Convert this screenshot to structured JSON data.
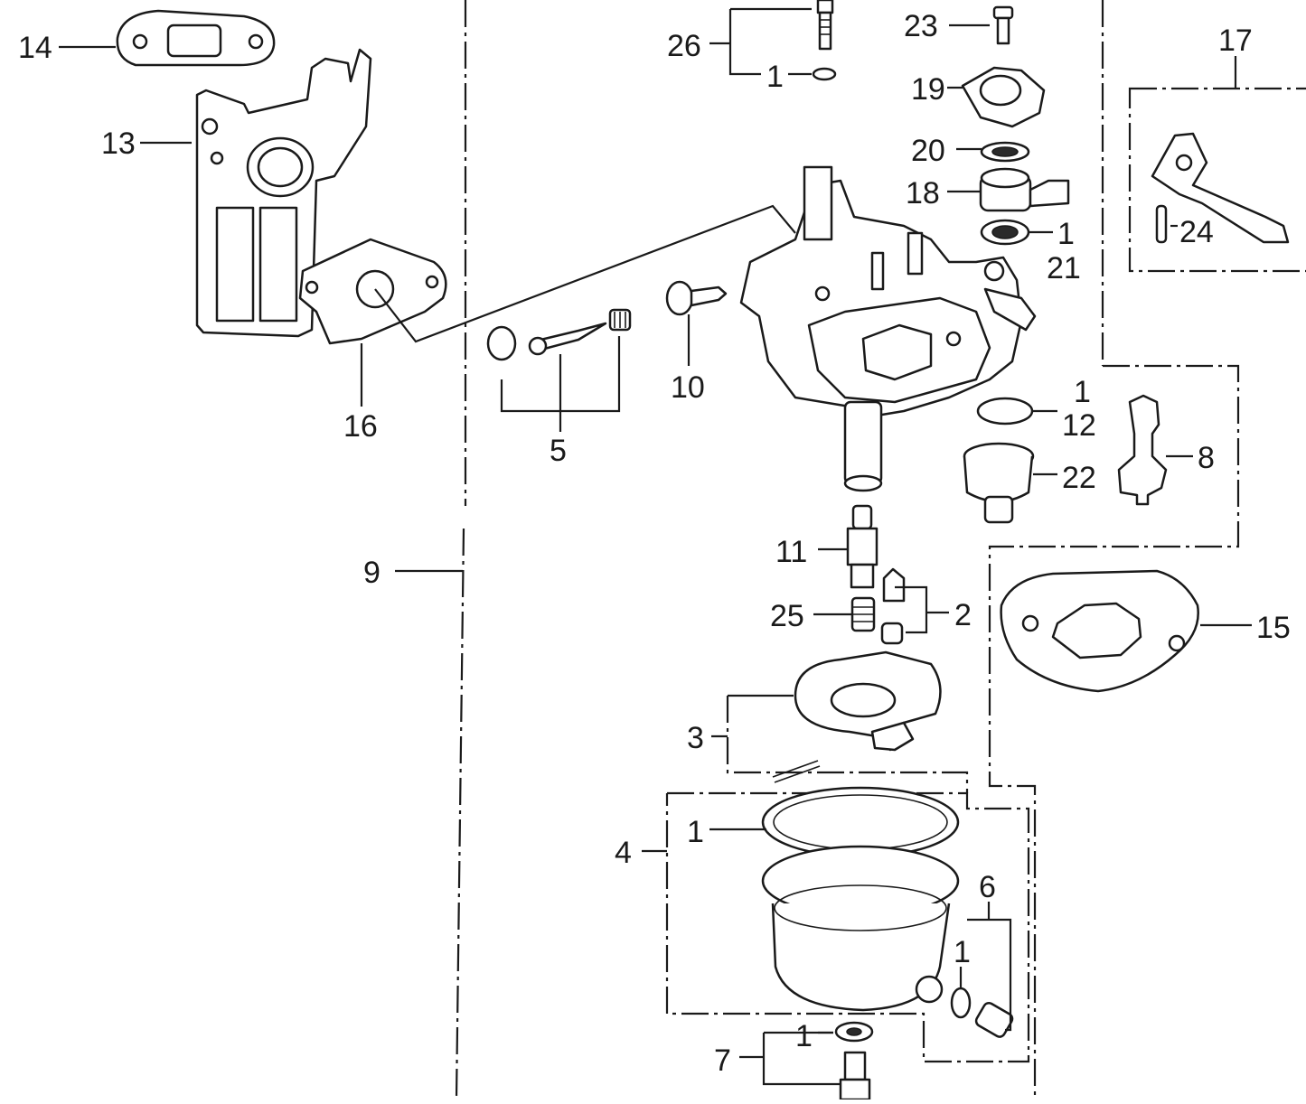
{
  "diagram": {
    "colors": {
      "ink": "#1a1a1a",
      "paper": "#ffffff"
    },
    "callouts": {
      "c14": "14",
      "c13": "13",
      "c16": "16",
      "c26": "26",
      "c1_top": "1",
      "c23": "23",
      "c19": "19",
      "c20": "20",
      "c18": "18",
      "c1_21": "1",
      "c21": "21",
      "c17": "17",
      "c24": "24",
      "c10": "10",
      "c5": "5",
      "c1_12": "1",
      "c12": "12",
      "c8": "8",
      "c22": "22",
      "c9": "9",
      "c11": "11",
      "c25": "25",
      "c2": "2",
      "c15": "15",
      "c3": "3",
      "c4": "4",
      "c1_bowl": "1",
      "c6": "6",
      "c1_6": "1",
      "c1_7": "1",
      "c7": "7"
    }
  }
}
